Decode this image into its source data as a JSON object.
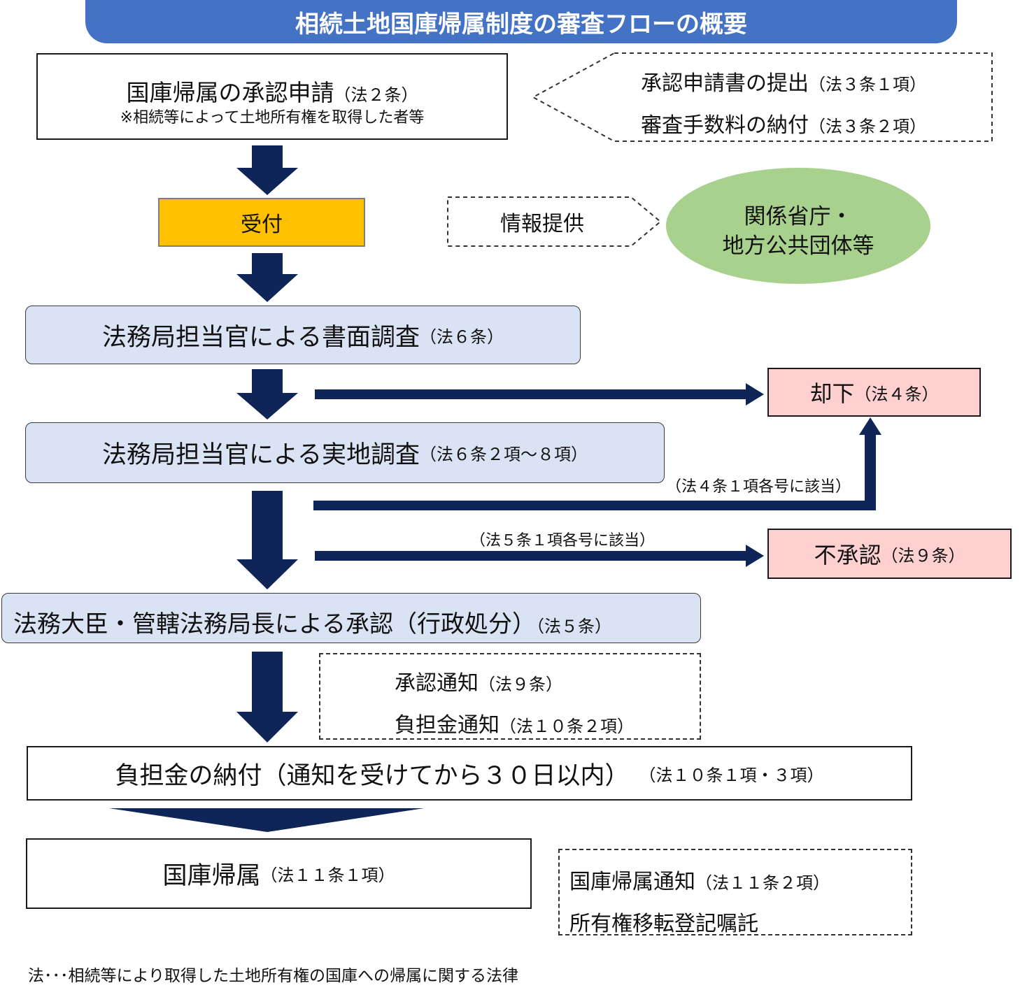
{
  "title": "相続土地国庫帰属制度の審査フローの概要",
  "application": {
    "main": "国庫帰属の承認申請",
    "ref": "（法２条）",
    "note": "※相続等によって土地所有権を取得した者等"
  },
  "application_requirements": [
    {
      "text": "承認申請書の提出",
      "ref": "（法３条１項）"
    },
    {
      "text": "審査手数料の納付",
      "ref": "（法３条２項）"
    }
  ],
  "reception": "受付",
  "info_provision": "情報提供",
  "agencies": {
    "line1": "関係省庁・",
    "line2": "地方公共団体等"
  },
  "document_review": {
    "main": "法務局担当官による書面調査",
    "ref": "（法６条）"
  },
  "field_survey": {
    "main": "法務局担当官による実地調査",
    "ref": "（法６条２項～８項）"
  },
  "rejection": {
    "main": "却下",
    "ref": "（法４条）"
  },
  "rejection_condition": "（法４条１項各号に該当）",
  "disapproval_condition": "（法５条１項各号に該当）",
  "disapproval": {
    "main": "不承認",
    "ref": "（法９条）"
  },
  "approval": {
    "main": "法務大臣・管轄法務局長による承認（行政処分）",
    "ref": "（法５条）"
  },
  "notices": [
    {
      "text": "承認通知",
      "ref": "（法９条）"
    },
    {
      "text": "負担金通知",
      "ref": "（法１０条２項）"
    }
  ],
  "payment": {
    "main": "負担金の納付（通知を受けてから３０日以内）",
    "ref": "（法１０条１項・３項）"
  },
  "reversion": {
    "main": "国庫帰属",
    "ref": "（法１１条１項）"
  },
  "reversion_notices": [
    {
      "text": "国庫帰属通知",
      "ref": "（法１１条２項）"
    },
    {
      "text": "所有権移転登記嘱託",
      "ref": ""
    }
  ],
  "footnote": "法･･･相続等により取得した土地所有権の国庫への帰属に関する法律",
  "colors": {
    "title_bg": "#4472c4",
    "arrow": "#0f2557",
    "reception": "#ffc000",
    "review_box": "#dae3f3",
    "rejection_box": "#ffd0d0",
    "agency_ellipse": "#a9d18e"
  }
}
